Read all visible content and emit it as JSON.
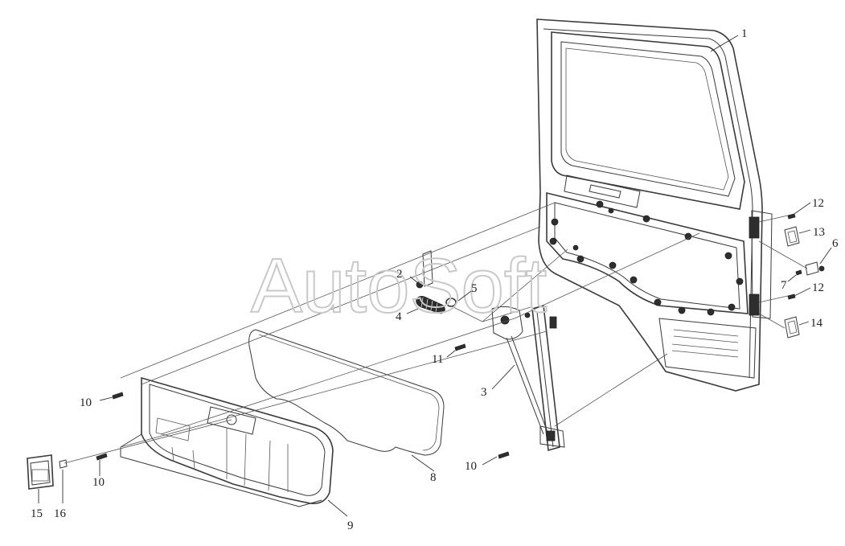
{
  "watermark": "AutoSoft",
  "labels": [
    {
      "id": "1",
      "text": "1"
    },
    {
      "id": "2",
      "text": "2"
    },
    {
      "id": "3",
      "text": "3"
    },
    {
      "id": "4",
      "text": "4"
    },
    {
      "id": "5",
      "text": "5"
    },
    {
      "id": "6",
      "text": "6"
    },
    {
      "id": "7",
      "text": "7"
    },
    {
      "id": "8",
      "text": "8"
    },
    {
      "id": "9",
      "text": "9"
    },
    {
      "id": "10a",
      "text": "10"
    },
    {
      "id": "10b",
      "text": "10"
    },
    {
      "id": "10c",
      "text": "10"
    },
    {
      "id": "11",
      "text": "11"
    },
    {
      "id": "12a",
      "text": "12"
    },
    {
      "id": "12b",
      "text": "12"
    },
    {
      "id": "13",
      "text": "13"
    },
    {
      "id": "14",
      "text": "14"
    },
    {
      "id": "15",
      "text": "15"
    },
    {
      "id": "16",
      "text": "16"
    }
  ]
}
